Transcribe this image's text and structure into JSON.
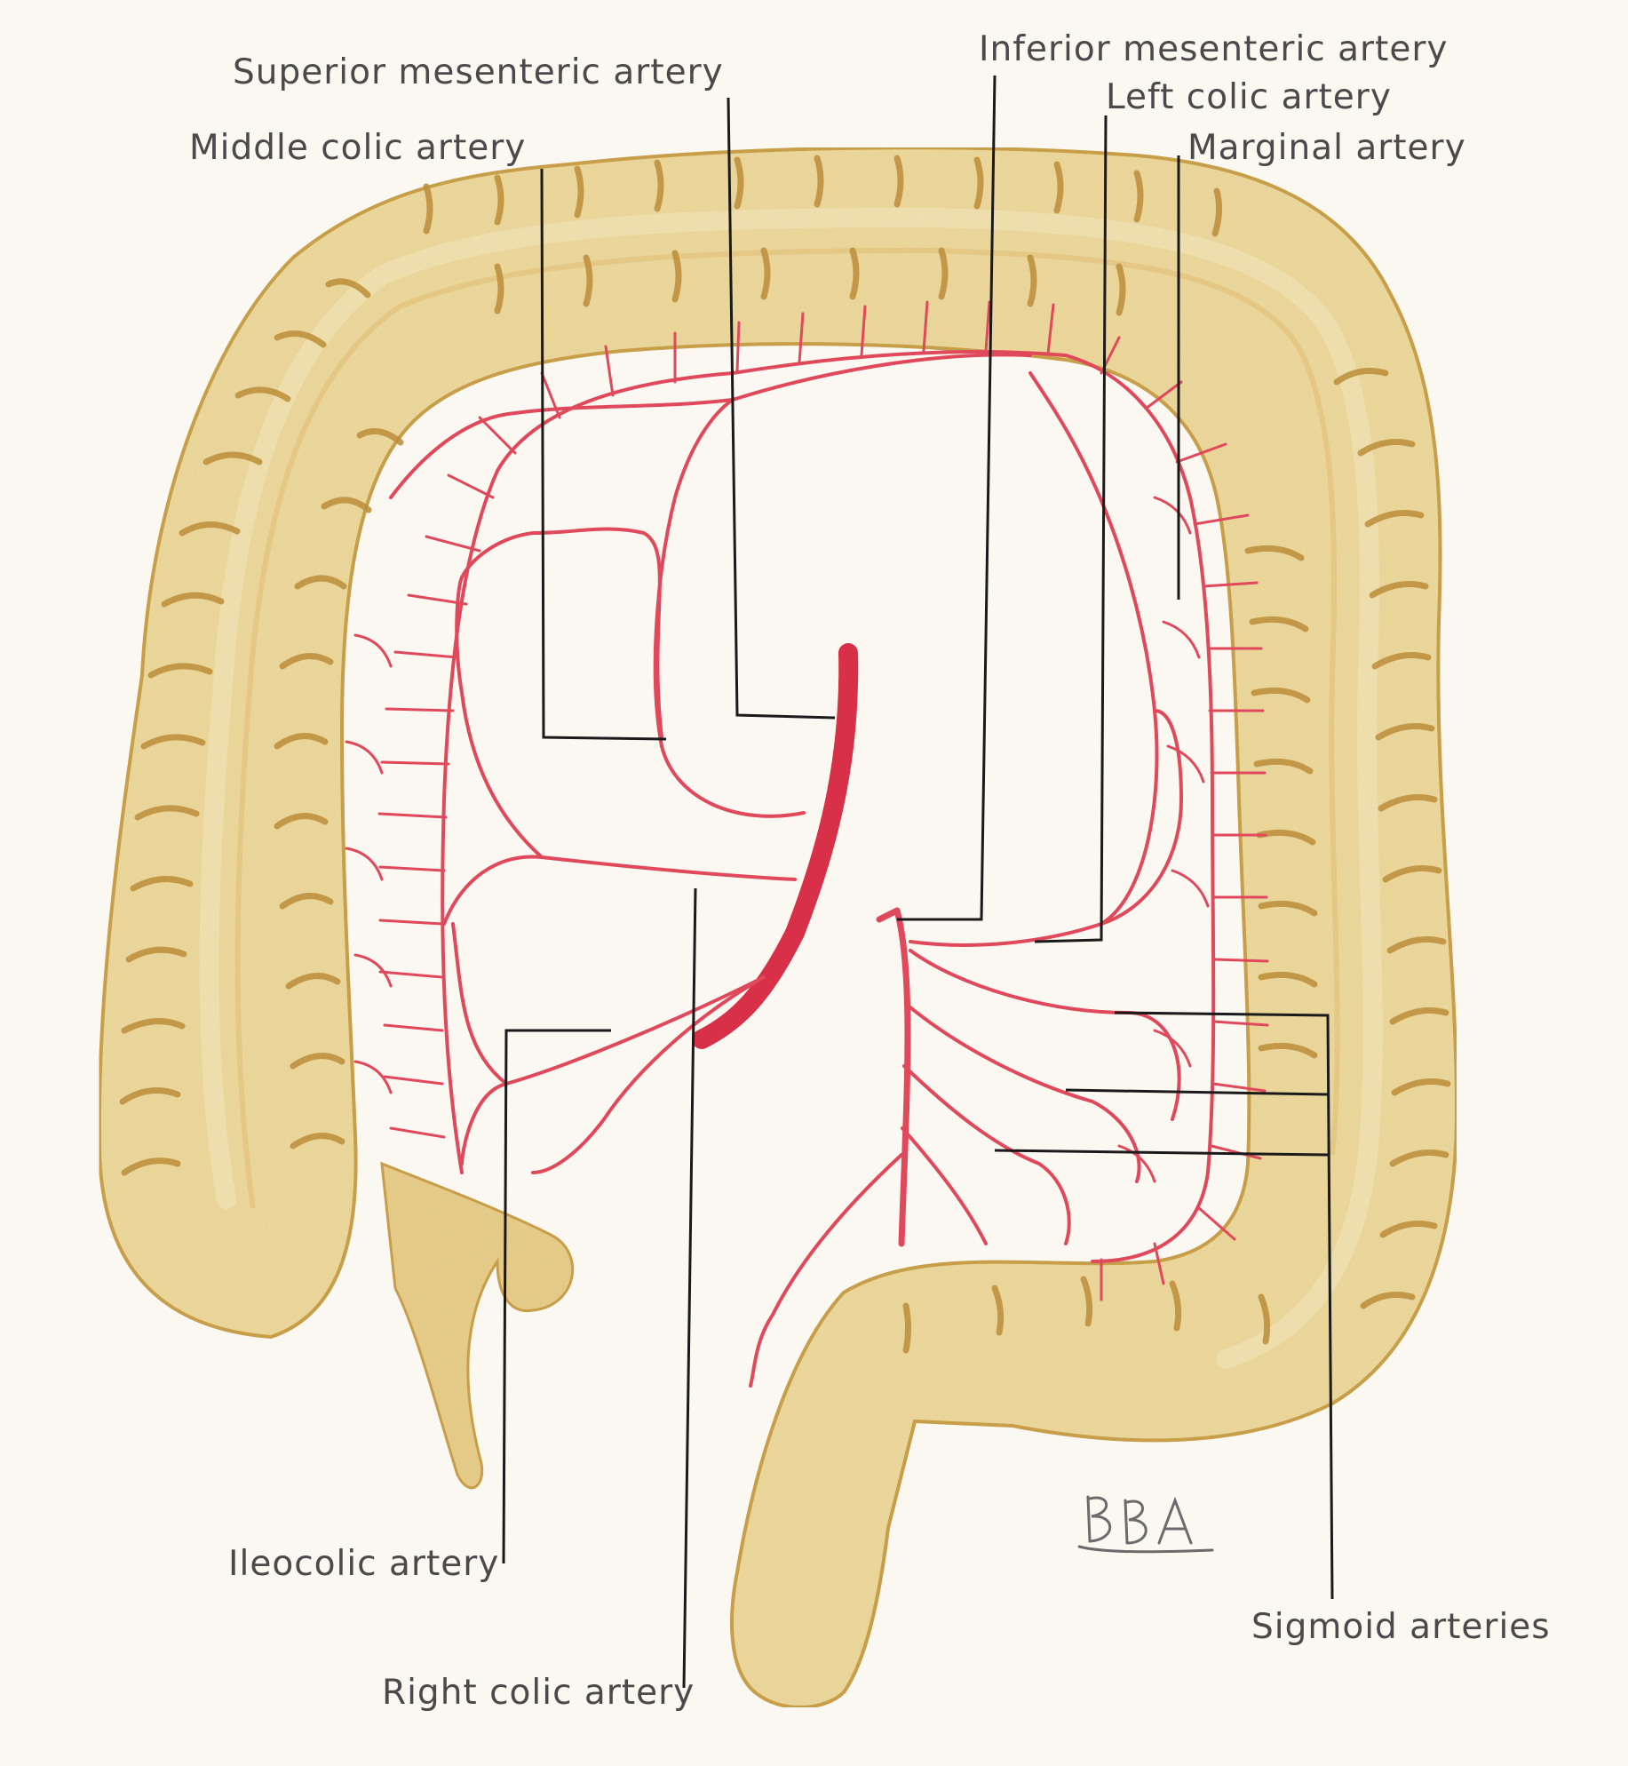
{
  "labels": {
    "superior_mesenteric": "Superior mesenteric artery",
    "middle_colic": "Middle colic artery",
    "inferior_mesenteric": "Inferior mesenteric artery",
    "left_colic": "Left colic artery",
    "marginal": "Marginal artery",
    "ileocolic": "Ileocolic artery",
    "right_colic": "Right colic artery",
    "sigmoid": "Sigmoid arteries"
  },
  "signature": "BBA",
  "colors": {
    "paper": "#fbf8f1",
    "colon_fill": "#efdca2",
    "colon_light": "#f6ebc4",
    "colon_shade": "#b8862e",
    "artery": "#e0485c",
    "artery_trunk": "#d83048",
    "leader": "#1a1a1a",
    "label": "#4a4a4a"
  }
}
